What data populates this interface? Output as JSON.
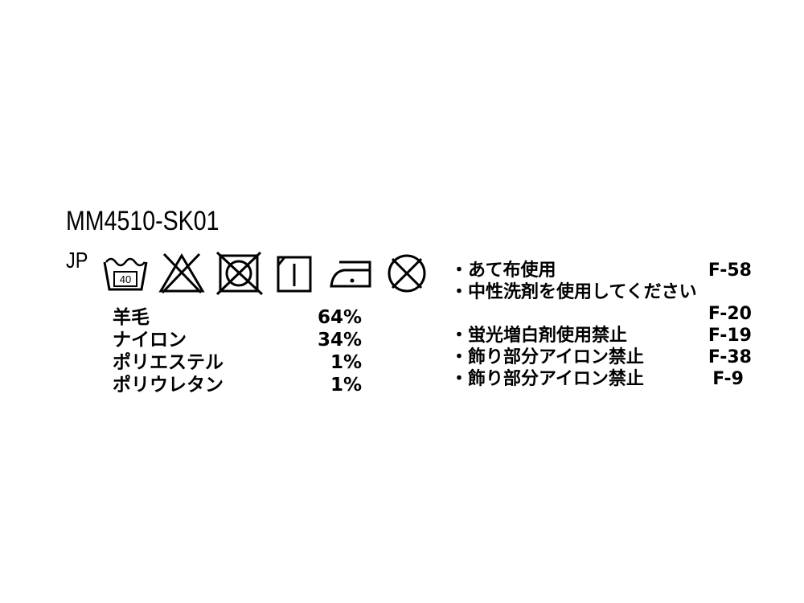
{
  "label": {
    "product_code": "MM4510-SK01",
    "country": "JP",
    "care_symbols": [
      {
        "name": "wash-40",
        "text": "40"
      },
      {
        "name": "no-bleach"
      },
      {
        "name": "no-tumble-dry"
      },
      {
        "name": "line-dry-shade"
      },
      {
        "name": "iron-low"
      },
      {
        "name": "no-dry-clean"
      }
    ],
    "composition": [
      {
        "fiber": "羊毛",
        "percent": "64%"
      },
      {
        "fiber": "ナイロン",
        "percent": "34%"
      },
      {
        "fiber": "ポリエステル",
        "percent": "1%"
      },
      {
        "fiber": "ポリウレタン",
        "percent": "1%"
      }
    ],
    "notes": [
      {
        "text": "・あて布使用",
        "code": "F-58"
      },
      {
        "text": "・中性洗剤を使用してください",
        "code": ""
      },
      {
        "text": "",
        "code": "F-20"
      },
      {
        "text": "・蛍光増白剤使用禁止",
        "code": "F-19"
      },
      {
        "text": "・飾り部分アイロン禁止",
        "code": "F-38"
      },
      {
        "text": "・飾り部分アイロン禁止",
        "code": "F-9"
      }
    ]
  }
}
